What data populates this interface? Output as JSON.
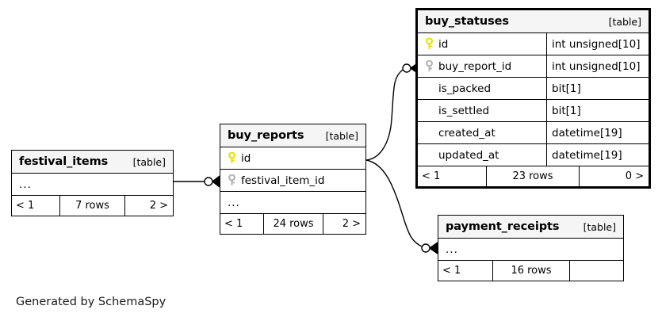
{
  "diagram": {
    "generator_caption": "Generated by SchemaSpy",
    "kind_label": "[table]",
    "ellipsis": "...",
    "colors": {
      "primary_key": "#e8e000",
      "foreign_key": "#b3b3b3",
      "header_background": "#f5f5f5",
      "border": "#000000",
      "canvas_background": "#ffffff"
    }
  },
  "tables": {
    "festival_items": {
      "name": "festival_items",
      "kind": "[table]",
      "columns": [],
      "has_ellipsis_row": true,
      "footer": {
        "prev": "< 1",
        "rows": "7 rows",
        "next": "2 >"
      },
      "emphasized": false
    },
    "buy_reports": {
      "name": "buy_reports",
      "kind": "[table]",
      "columns": [
        {
          "name": "id",
          "type": "",
          "key": "primary"
        },
        {
          "name": "festival_item_id",
          "type": "",
          "key": "foreign"
        }
      ],
      "has_ellipsis_row": true,
      "footer": {
        "prev": "< 1",
        "rows": "24 rows",
        "next": "2 >"
      },
      "emphasized": false
    },
    "buy_statuses": {
      "name": "buy_statuses",
      "kind": "[table]",
      "columns": [
        {
          "name": "id",
          "type": "int unsigned[10]",
          "key": "primary"
        },
        {
          "name": "buy_report_id",
          "type": "int unsigned[10]",
          "key": "foreign"
        },
        {
          "name": "is_packed",
          "type": "bit[1]",
          "key": "none"
        },
        {
          "name": "is_settled",
          "type": "bit[1]",
          "key": "none"
        },
        {
          "name": "created_at",
          "type": "datetime[19]",
          "key": "none"
        },
        {
          "name": "updated_at",
          "type": "datetime[19]",
          "key": "none"
        }
      ],
      "has_ellipsis_row": false,
      "footer": {
        "prev": "< 1",
        "rows": "23 rows",
        "next": "0 >"
      },
      "emphasized": true
    },
    "payment_receipts": {
      "name": "payment_receipts",
      "kind": "[table]",
      "columns": [],
      "has_ellipsis_row": true,
      "footer": {
        "prev": "< 1",
        "rows": "16 rows",
        "next": ""
      },
      "emphasized": false
    }
  },
  "relationships": [
    {
      "id": "festival_items-to-buy_reports",
      "from": "festival_items",
      "to": "buy_reports",
      "to_column": "festival_item_id",
      "from_cardinality": "one",
      "to_cardinality": "many"
    },
    {
      "id": "buy_reports-to-buy_statuses",
      "from": "buy_reports",
      "to": "buy_statuses",
      "to_column": "buy_report_id",
      "from_cardinality": "one",
      "to_cardinality": "many"
    },
    {
      "id": "buy_reports-to-payment_receipts",
      "from": "buy_reports",
      "to": "payment_receipts",
      "to_column": "",
      "from_cardinality": "one",
      "to_cardinality": "many"
    }
  ]
}
